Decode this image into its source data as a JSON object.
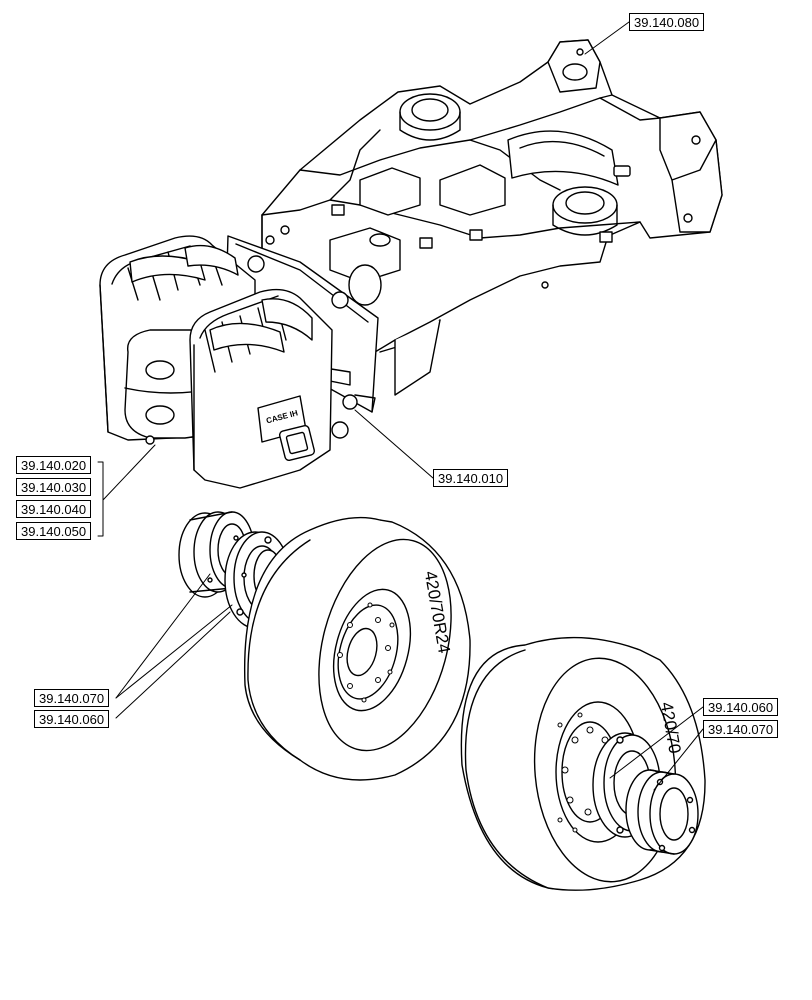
{
  "diagram": {
    "callouts": {
      "frame_top": "39.140.080",
      "weights_bracket": "39.140.010",
      "stack_020": "39.140.020",
      "stack_030": "39.140.030",
      "stack_040": "39.140.040",
      "stack_050": "39.140.050",
      "left_spacer": "39.140.070",
      "left_ring": "39.140.060",
      "right_ring": "39.140.060",
      "right_spacer": "39.140.070"
    },
    "tire_marking": "420/70R24",
    "tire_marking_partial": "420/70",
    "logo_text": "CASE IH",
    "line_color": "#000000"
  }
}
